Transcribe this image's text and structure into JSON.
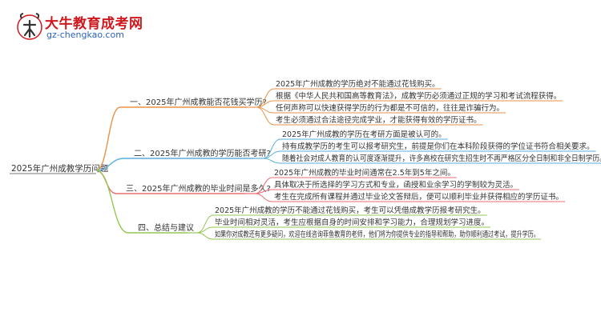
{
  "logo": {
    "name": "大牛教育成考网",
    "url": "gz-chengkao.com"
  },
  "mindmap": {
    "root": "2025年广州成教学历问题",
    "branches": [
      {
        "label": "一、2025年广州成教能否花钱买学历?",
        "color": "#e8924a",
        "leaves": [
          "2025年广州成教的学历绝对不能通过花钱购买。",
          "根据《中华人民共和国高等教育法》，成教学历必须通过正规的学习和考试流程获得。",
          "任何声称可以快速获得学历的行为都是不可信的，往往是诈骗行为。",
          "考生必须通过合法途径完成学业，才能获得有效的学历证书。"
        ]
      },
      {
        "label": "二、2025年广州成教的学历能否考研?",
        "color": "#5aaed8",
        "leaves": [
          "2025年广州成教的学历在考研方面是被认可的。",
          "持有成教学历的考生可以报考研究生，前提是你们在本科阶段获得的学位证书符合相关要求。",
          "随着社会对成人教育的认可度逐渐提升，许多高校在研究生招生时不再严格区分全日制和非全日制学历。"
        ]
      },
      {
        "label": "三、2025年广州成教的毕业时间是多久?",
        "color": "#ea6e72",
        "leaves": [
          "2025年广州成教的毕业时间通常在2.5年到5年之间。",
          "具体取决于所选择的学习方式和专业，函授和业余学习的学制较为灵活。",
          "考生在完成所有课程并通过毕业论文答辩后，便可以顺利毕业并获得相应的学历证书。"
        ]
      },
      {
        "label": "四、总结与建议",
        "color": "#93c855",
        "leaves": [
          "2025年广州成教的学历不能通过花钱购买，考生可以凭借成教学历报考研究生。",
          "毕业时间相对灵活，考生应根据自身的时间安排和学习能力，合理规划学习进度。",
          "如果你对成教还有更多疑问，欢迎在线咨询菲鱼教育的老师，他们将为你提供专业的指导和帮助，助你顺利通过考试，提升学历。"
        ]
      }
    ]
  }
}
